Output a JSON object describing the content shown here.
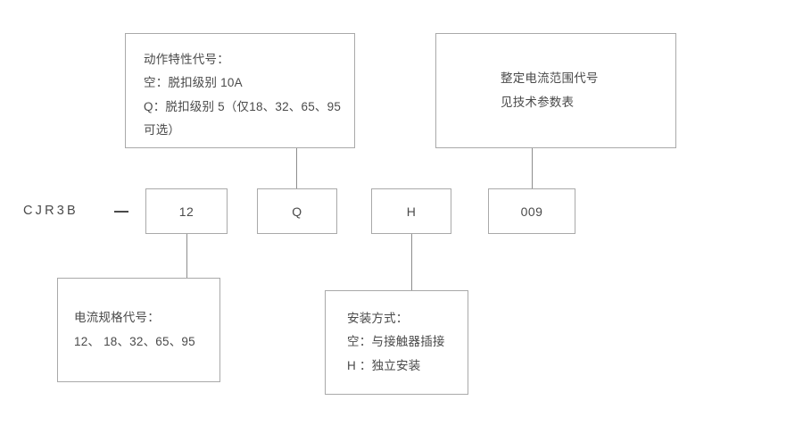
{
  "diagram": {
    "title": "CJR3B model code designation diagram",
    "line_color": "#8d8d8d",
    "text_color": "#4a4a4a",
    "background": "#ffffff"
  },
  "model": {
    "prefix": "CJR3B",
    "separator": "—",
    "segments": [
      {
        "id": "current-rating",
        "value": "12"
      },
      {
        "id": "trip-characteristic",
        "value": "Q"
      },
      {
        "id": "mounting-type",
        "value": "H"
      },
      {
        "id": "setting-current-range",
        "value": "009"
      }
    ]
  },
  "notes": {
    "trip_characteristic": {
      "id": "trip-characteristic-note",
      "lines": [
        "动作特性代号：",
        "空：脱扣级别 10A",
        "Q：脱扣级别 5（仅18、32、65、95",
        "可选）"
      ]
    },
    "setting_current_range": {
      "id": "setting-current-range-note",
      "lines": [
        "整定电流范围代号",
        "见技术参数表"
      ]
    },
    "current_rating": {
      "id": "current-rating-note",
      "lines": [
        "电流规格代号：",
        "12、 18、32、65、95"
      ]
    },
    "mounting_type": {
      "id": "mounting-type-note",
      "lines": [
        "安装方式：",
        "空：与接触器插接",
        "H ：独立安装"
      ]
    }
  }
}
